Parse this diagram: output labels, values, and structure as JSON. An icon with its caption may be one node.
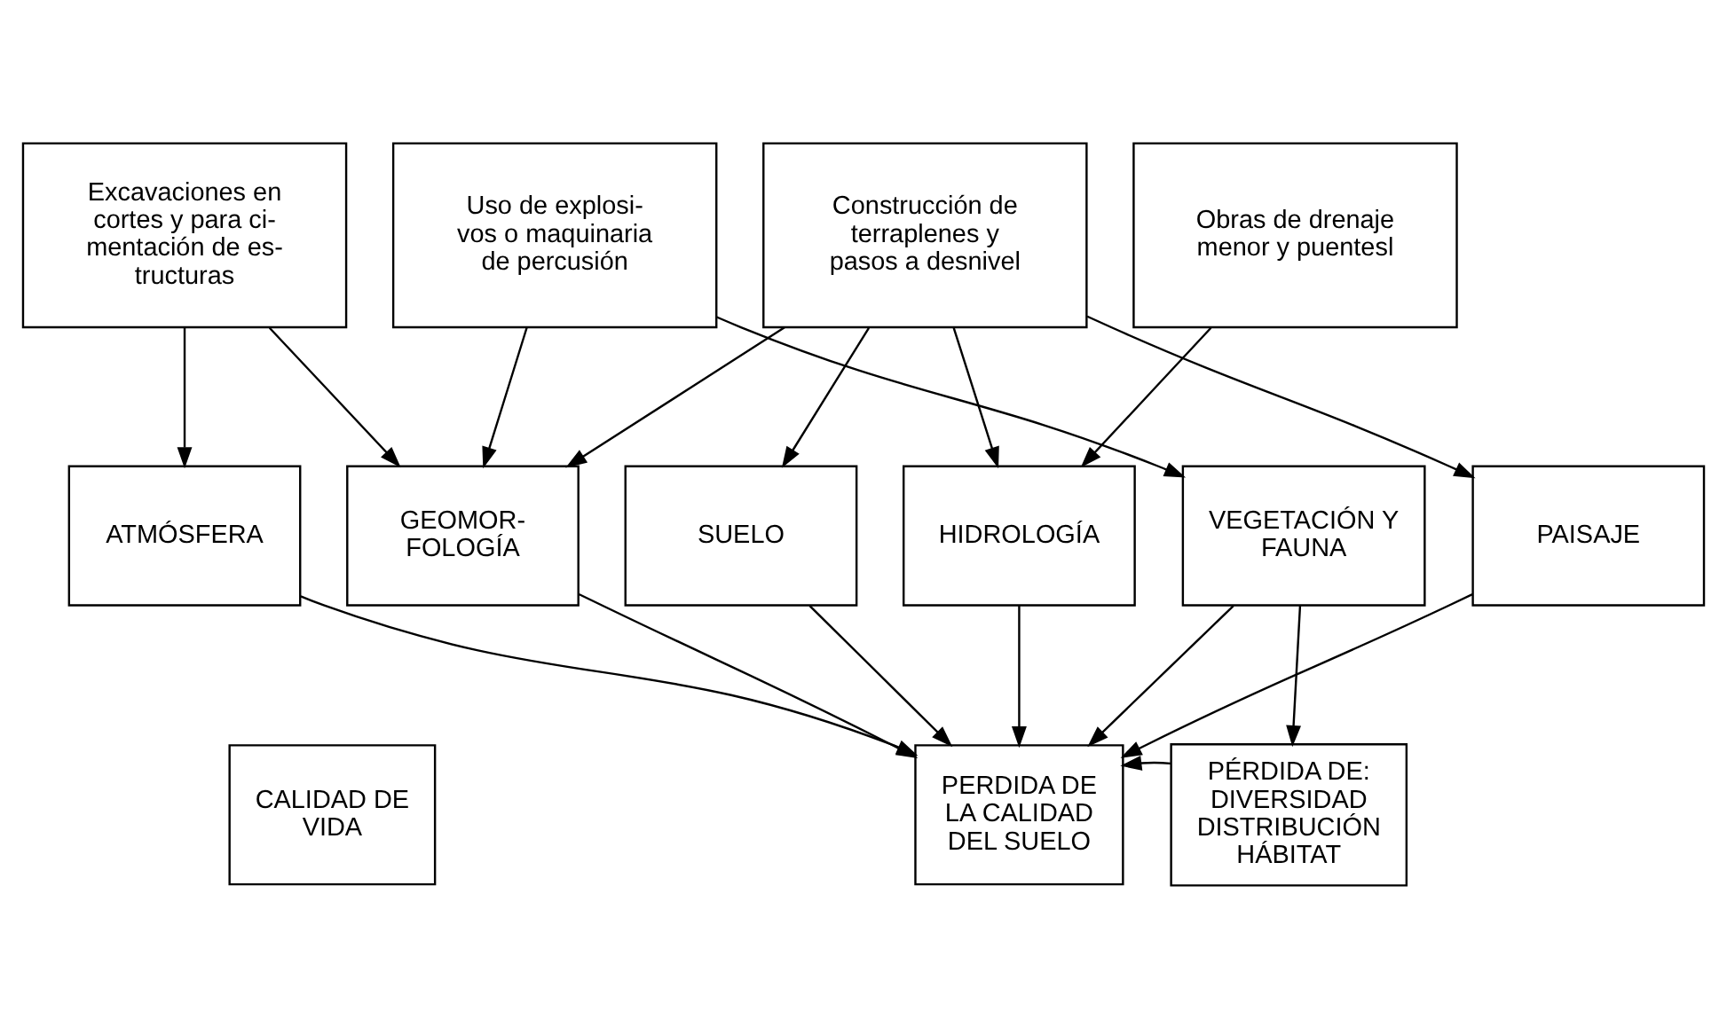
{
  "diagram": {
    "nodes": [
      {
        "text": [
          "Excavaciones en cortes y para ci- mentación de es- tructuras"
        ]
      },
      {
        "text": [
          "Uso de explosi- vos o maquinaria de percusión"
        ]
      },
      {
        "text": [
          "Construcción de terraplenes y pasos a desnivel"
        ]
      },
      {
        "text": [
          "Obras de drenaje menor y puentesl"
        ]
      },
      {
        "text": [
          "ATMÓSFERA"
        ]
      },
      {
        "text": [
          "GEOMOR- FOLOGÍA"
        ]
      },
      {
        "text": [
          "SUELO"
        ]
      },
      {
        "text": [
          "HIDROLOGÍA"
        ]
      },
      {
        "text": [
          "VEGETACIÓN Y FAUNA"
        ]
      },
      {
        "text": [
          "PAISAJE"
        ]
      },
      {
        "text": [
          "CALIDAD DE VIDA"
        ]
      },
      {
        "text": [
          "PERDIDA DE LA CALIDAD DEL SUELO"
        ]
      },
      {
        "text": [
          "PÉRDIDA DE: DIVERSIDAD DISTRIBUCIÓN HÁBITAT"
        ]
      }
    ],
    "edges": [
      {
        "from": 0,
        "to": 4,
        "arrow": "to"
      },
      {
        "from": 0,
        "to": 5,
        "arrow": "to"
      },
      {
        "from": 1,
        "to": 5,
        "arrow": "to"
      },
      {
        "from": 1,
        "to": 8,
        "arrow": "to"
      },
      {
        "from": 2,
        "to": 5,
        "arrow": "to"
      },
      {
        "from": 2,
        "to": 6,
        "arrow": "to"
      },
      {
        "from": 2,
        "to": 7,
        "arrow": "to"
      },
      {
        "from": 2,
        "to": 9,
        "arrow": "to"
      },
      {
        "from": 3,
        "to": 7,
        "arrow": "to"
      },
      {
        "from": 4,
        "to": 11,
        "arrow": "to"
      },
      {
        "from": 5,
        "to": 11,
        "arrow": "to"
      },
      {
        "from": 6,
        "to": 11,
        "arrow": "to"
      },
      {
        "from": 7,
        "to": 11,
        "arrow": "to"
      },
      {
        "from": 8,
        "to": 11,
        "arrow": "to"
      },
      {
        "from": 9,
        "to": 11,
        "arrow": "to"
      },
      {
        "from": 8,
        "to": 12,
        "arrow": "to"
      },
      {
        "from": 12,
        "to": 11,
        "arrow": "to"
      }
    ]
  }
}
